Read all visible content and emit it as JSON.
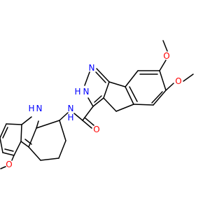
{
  "colors": {
    "bond": "#000000",
    "oxygen": "#ff0000",
    "nitrogen": "#0000ff",
    "background": "#ffffff"
  },
  "atom_labels": {
    "o_methoxy_top": "O",
    "o_methoxy_right": "O",
    "o_carbonyl": "O",
    "o_methoxy_bottom": "O",
    "n_pyrazole_top": "N",
    "n_pyrazole_nh": "N",
    "h_pyrazole": "H",
    "n_amide_nh": "N",
    "h_amide": "H",
    "n_indole_nh": "N",
    "h_indole": "H"
  }
}
